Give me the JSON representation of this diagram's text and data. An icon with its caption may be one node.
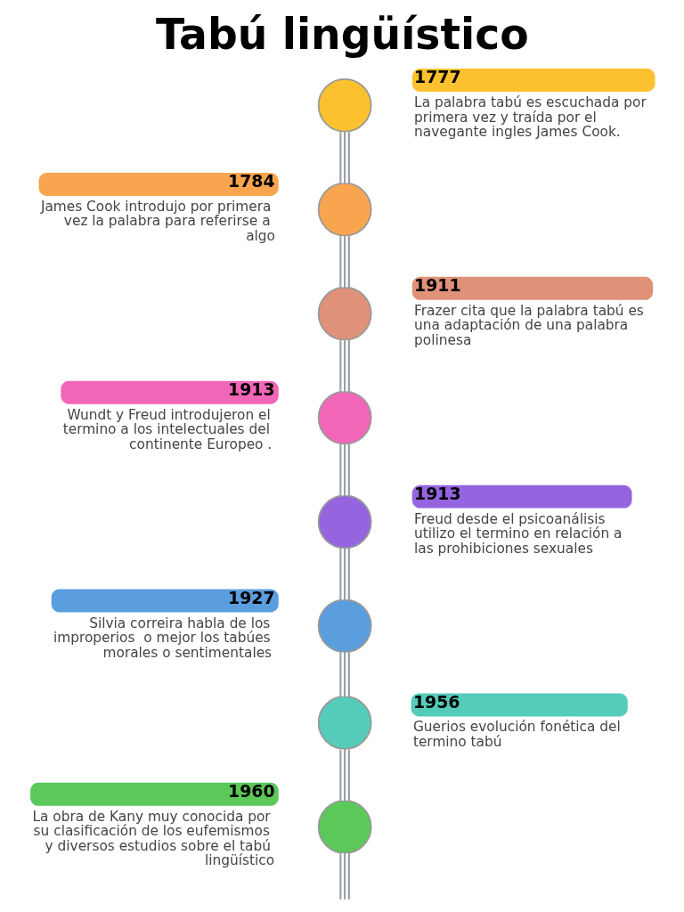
{
  "diagram": {
    "title": "Tabú lingüístico",
    "nodes": [
      {
        "text": [],
        "shape": "circle"
      },
      {
        "text": [
          "1777"
        ],
        "beside": [
          "La palabra tabú es escuchada por primera vez y traída por el navegante ingles James Cook."
        ]
      },
      {
        "text": [],
        "shape": "circle"
      },
      {
        "text": [
          "1784"
        ],
        "beside": [
          "James Cook introdujo por primera vez la palabra para referirse a algo"
        ]
      },
      {
        "text": [],
        "shape": "circle"
      },
      {
        "text": [
          "1911"
        ],
        "beside": [
          "Frazer cita que la palabra tabú es una adaptación de una palabra polinesa"
        ]
      },
      {
        "text": [],
        "shape": "circle"
      },
      {
        "text": [
          "1913"
        ],
        "beside": [
          "Wundt y Freud introdujeron el termino a los intelectuales del continente Europeo ."
        ]
      },
      {
        "text": [],
        "shape": "circle"
      },
      {
        "text": [
          "1913"
        ],
        "beside": [
          "Freud desde el psicoanálisis utilizo el termino en relación a las prohibiciones sexuales"
        ]
      },
      {
        "text": [],
        "shape": "circle"
      },
      {
        "text": [
          "1927"
        ],
        "beside": [
          "Silvia correira habla de los improperios  o mejor los tabúes morales o sentimentales"
        ]
      },
      {
        "text": [],
        "shape": "circle"
      },
      {
        "text": [
          "1956"
        ],
        "beside": [
          "Guerios evolución fonética del termino tabú"
        ]
      },
      {
        "text": [],
        "shape": "circle"
      },
      {
        "text": [
          "1960"
        ],
        "beside": [
          "La obra de Kany muy conocida por su clasificación de los eufemismos y diversos estudios sobre el tabú lingüístico"
        ]
      }
    ],
    "edges": [
      {
        "from": 0,
        "to": 2,
        "arrow": "none"
      },
      {
        "from": 2,
        "to": 4,
        "arrow": "none"
      },
      {
        "from": 4,
        "to": 6,
        "arrow": "none"
      },
      {
        "from": 6,
        "to": 8,
        "arrow": "none"
      },
      {
        "from": 8,
        "to": 10,
        "arrow": "none"
      },
      {
        "from": 10,
        "to": 12,
        "arrow": "none"
      },
      {
        "from": 12,
        "to": 14,
        "arrow": "none"
      },
      {
        "from": 14,
        "to": null,
        "arrow": "none"
      }
    ]
  }
}
